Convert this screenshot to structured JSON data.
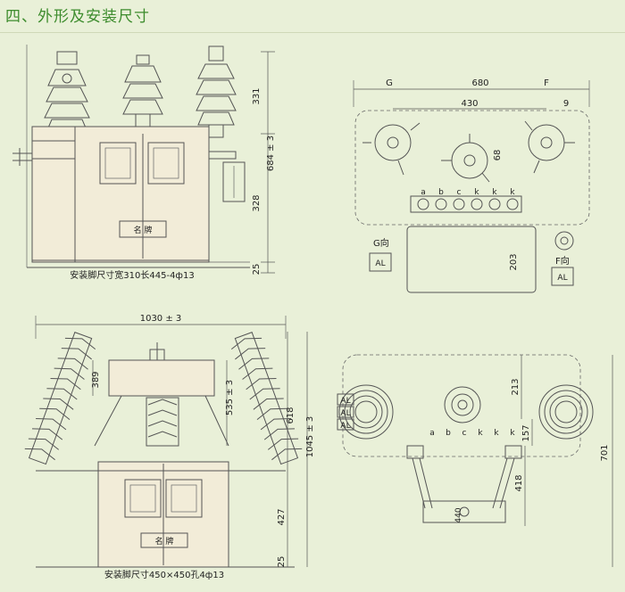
{
  "title": "四、外形及安装尺寸",
  "top_left": {
    "dims": {
      "d331": "331",
      "d684": "684 ± 3",
      "d328": "328",
      "d25": "25"
    },
    "footer": "安装脚尺寸宽310长445-4ф13",
    "nameplate": "名  牌"
  },
  "top_right": {
    "labels": {
      "g": "G",
      "d680": "680",
      "f": "F",
      "d430": "430",
      "d9": "9",
      "d68": "68",
      "d203": "203",
      "g_view": "G向",
      "f_view": "F向",
      "al": "AL"
    },
    "terminals": [
      "a",
      "b",
      "c",
      "k",
      "k",
      "k"
    ]
  },
  "bottom_left": {
    "dims": {
      "d1030": "1030 ± 3",
      "d389": "389",
      "d535": "535 ± 3",
      "d618": "618",
      "d1045": "1045 ± 3",
      "d427": "427",
      "d25b": "25"
    },
    "footer": "安装脚尺寸450×450孔4ф13",
    "nameplate": "名  牌"
  },
  "bottom_right": {
    "labels": {
      "d213": "213",
      "d157": "157",
      "d418": "418",
      "d701": "701",
      "d440": "440",
      "al": "AL"
    },
    "terminals": [
      "a",
      "b",
      "c",
      "k",
      "k",
      "k"
    ]
  }
}
